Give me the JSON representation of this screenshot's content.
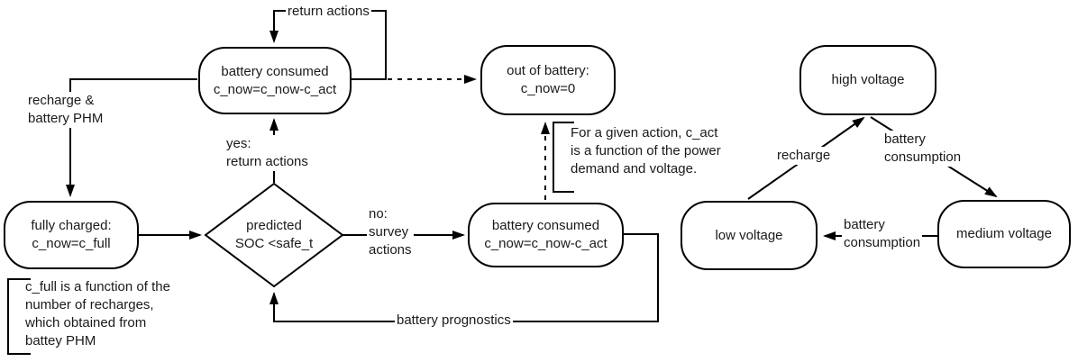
{
  "colors": {
    "line": "#000000",
    "text": "#1a1a1a",
    "background": "#ffffff"
  },
  "flowchart": {
    "nodes": {
      "battery_consumed_top": {
        "line1": "battery consumed",
        "line2": "c_now=c_now-c_act"
      },
      "out_of_battery": {
        "line1": "out of battery:",
        "line2": "c_now=0"
      },
      "fully_charged": {
        "line1": "fully charged:",
        "line2": "c_now=c_full"
      },
      "decision": {
        "line1": "predicted",
        "line2": "SOC <safe_t"
      },
      "battery_consumed_right": {
        "line1": "battery consumed",
        "line2": "c_now=c_now-c_act"
      }
    },
    "edges": {
      "loop_label": "return actions",
      "recharge_phm": {
        "line1": "recharge &",
        "line2": "battery PHM"
      },
      "yes_branch": {
        "line1": "yes:",
        "line2": "return actions"
      },
      "no_branch": {
        "line1": "no:",
        "line2": "survey",
        "line3": "actions"
      },
      "prognostics": "battery prognostics"
    },
    "notes": {
      "c_act": {
        "line1": "For a given action, c_act",
        "line2": "is a function of the power",
        "line3": "demand and voltage."
      },
      "c_full": {
        "line1": "c_full is a function of the",
        "line2": "number of recharges,",
        "line3": "which obtained from",
        "line4": "battey PHM"
      }
    }
  },
  "voltage_diagram": {
    "nodes": {
      "high": "high voltage",
      "low": "low voltage",
      "medium": "medium voltage"
    },
    "edges": {
      "recharge": "recharge",
      "consume_high_to_medium": {
        "line1": "battery",
        "line2": "consumption"
      },
      "consume_medium_to_low": {
        "line1": "battery",
        "line2": "consumption"
      }
    }
  }
}
